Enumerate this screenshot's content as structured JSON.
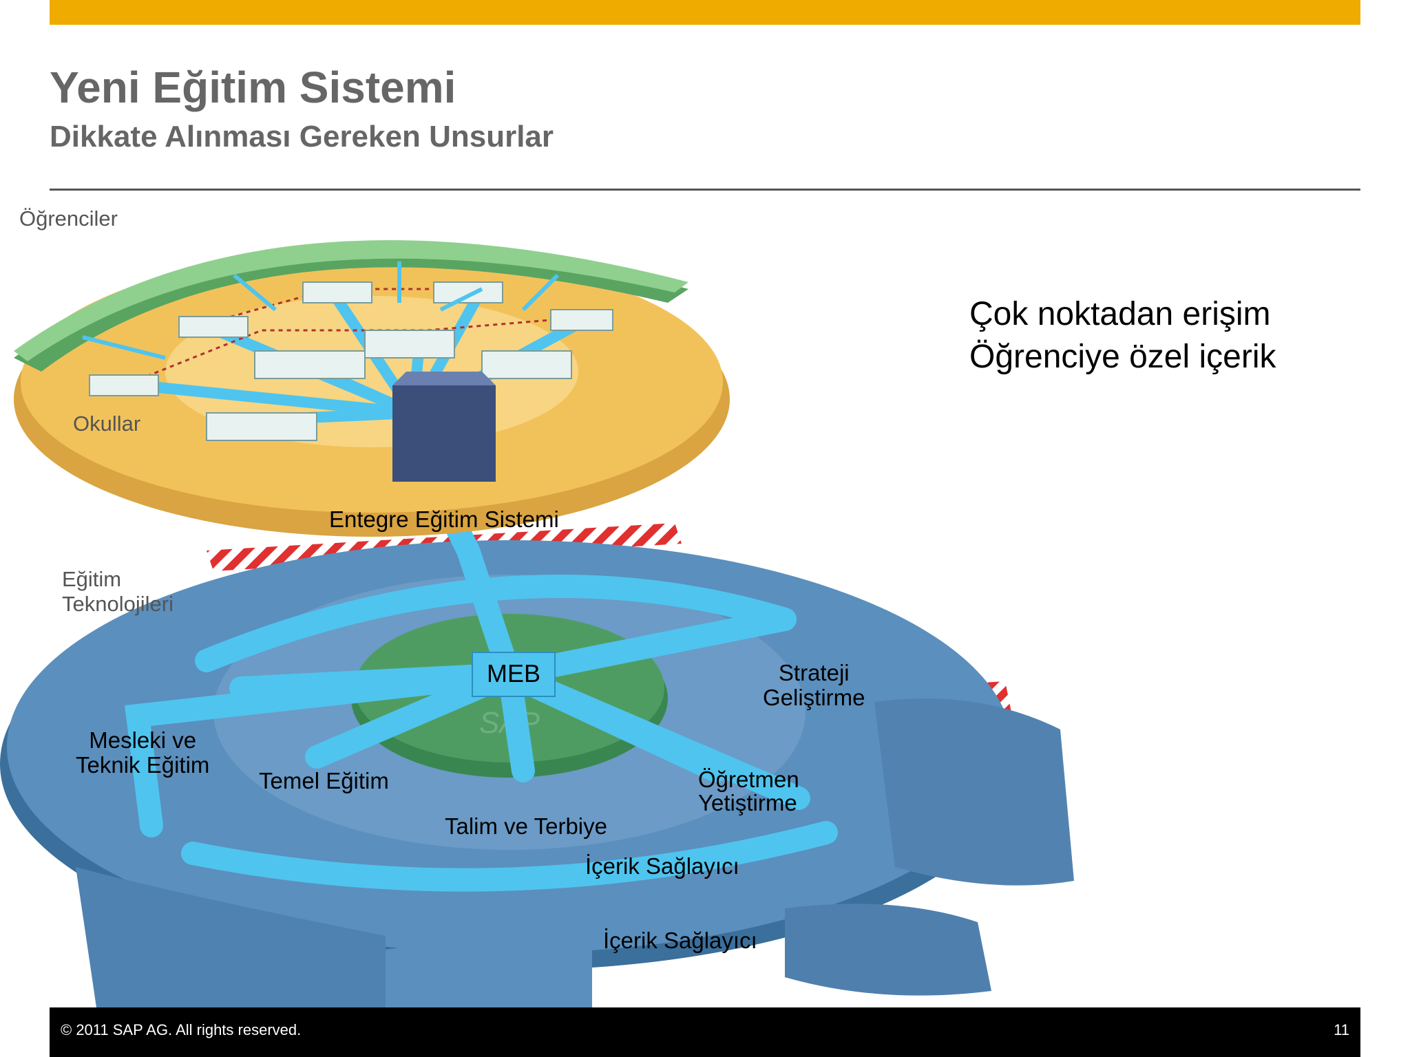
{
  "header": {
    "title": "Yeni Eğitim Sistemi",
    "subtitle": "Dikkate Alınması Gereken Unsurlar"
  },
  "diagram": {
    "layers": {
      "students": "Öğrenciler",
      "schools": "Okullar",
      "integrated_system": "Entegre Eğitim Sistemi",
      "edu_tech": [
        "Eğitim",
        "Teknolojileri"
      ]
    },
    "hub": {
      "label": "MEB",
      "watermark": "SAP"
    },
    "nodes": {
      "vocational": [
        "Mesleki ve",
        "Teknik Eğitim"
      ],
      "basic": "Temel Eğitim",
      "training": "Talim ve Terbiye",
      "teacher": [
        "Öğretmen",
        "Yetiştirme"
      ],
      "strategy": [
        "Strateji",
        "Geliştirme"
      ],
      "content1": "İçerik Sağlayıcı",
      "content2": "İçerik Sağlayıcı"
    }
  },
  "points": [
    "Çok noktadan erişim",
    "Öğrenciye özel içerik"
  ],
  "footer": {
    "copyright": "©  2011 SAP AG. All rights reserved.",
    "page": "11"
  },
  "colors": {
    "accent": "#f0ab00",
    "ring_blue": "#4e86b4",
    "flow": "#4fc4ee",
    "student_green": "#7bc47f",
    "school_orange": "#f2c25a",
    "hub_green": "#3f8c55"
  }
}
